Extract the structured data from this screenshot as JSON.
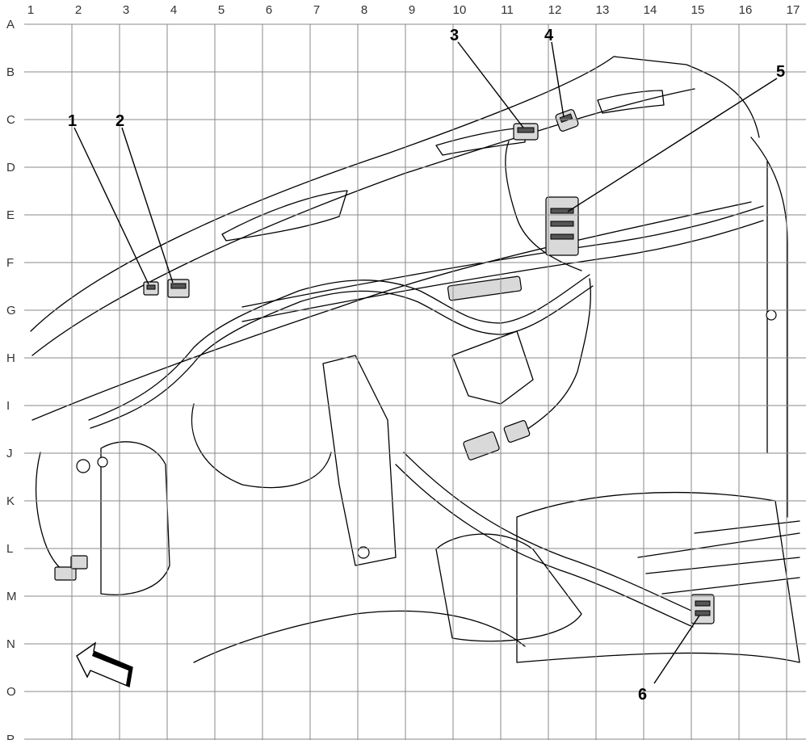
{
  "grid": {
    "columns": [
      "1",
      "2",
      "3",
      "4",
      "5",
      "6",
      "7",
      "8",
      "9",
      "10",
      "11",
      "12",
      "13",
      "14",
      "15",
      "16",
      "17"
    ],
    "rows": [
      "A",
      "B",
      "C",
      "D",
      "E",
      "F",
      "G",
      "H",
      "I",
      "J",
      "K",
      "L",
      "M",
      "N",
      "O",
      "P"
    ]
  },
  "callouts": [
    {
      "label": "1",
      "target": "connector-1"
    },
    {
      "label": "2",
      "target": "connector-2"
    },
    {
      "label": "3",
      "target": "connector-3"
    },
    {
      "label": "4",
      "target": "connector-4"
    },
    {
      "label": "5",
      "target": "connector-5"
    },
    {
      "label": "6",
      "target": "connector-6"
    }
  ],
  "icons": {
    "direction_arrow": "front-direction-arrow-icon"
  },
  "colors": {
    "line": "#000000",
    "grid": "#8a8a8a",
    "background": "#ffffff"
  }
}
